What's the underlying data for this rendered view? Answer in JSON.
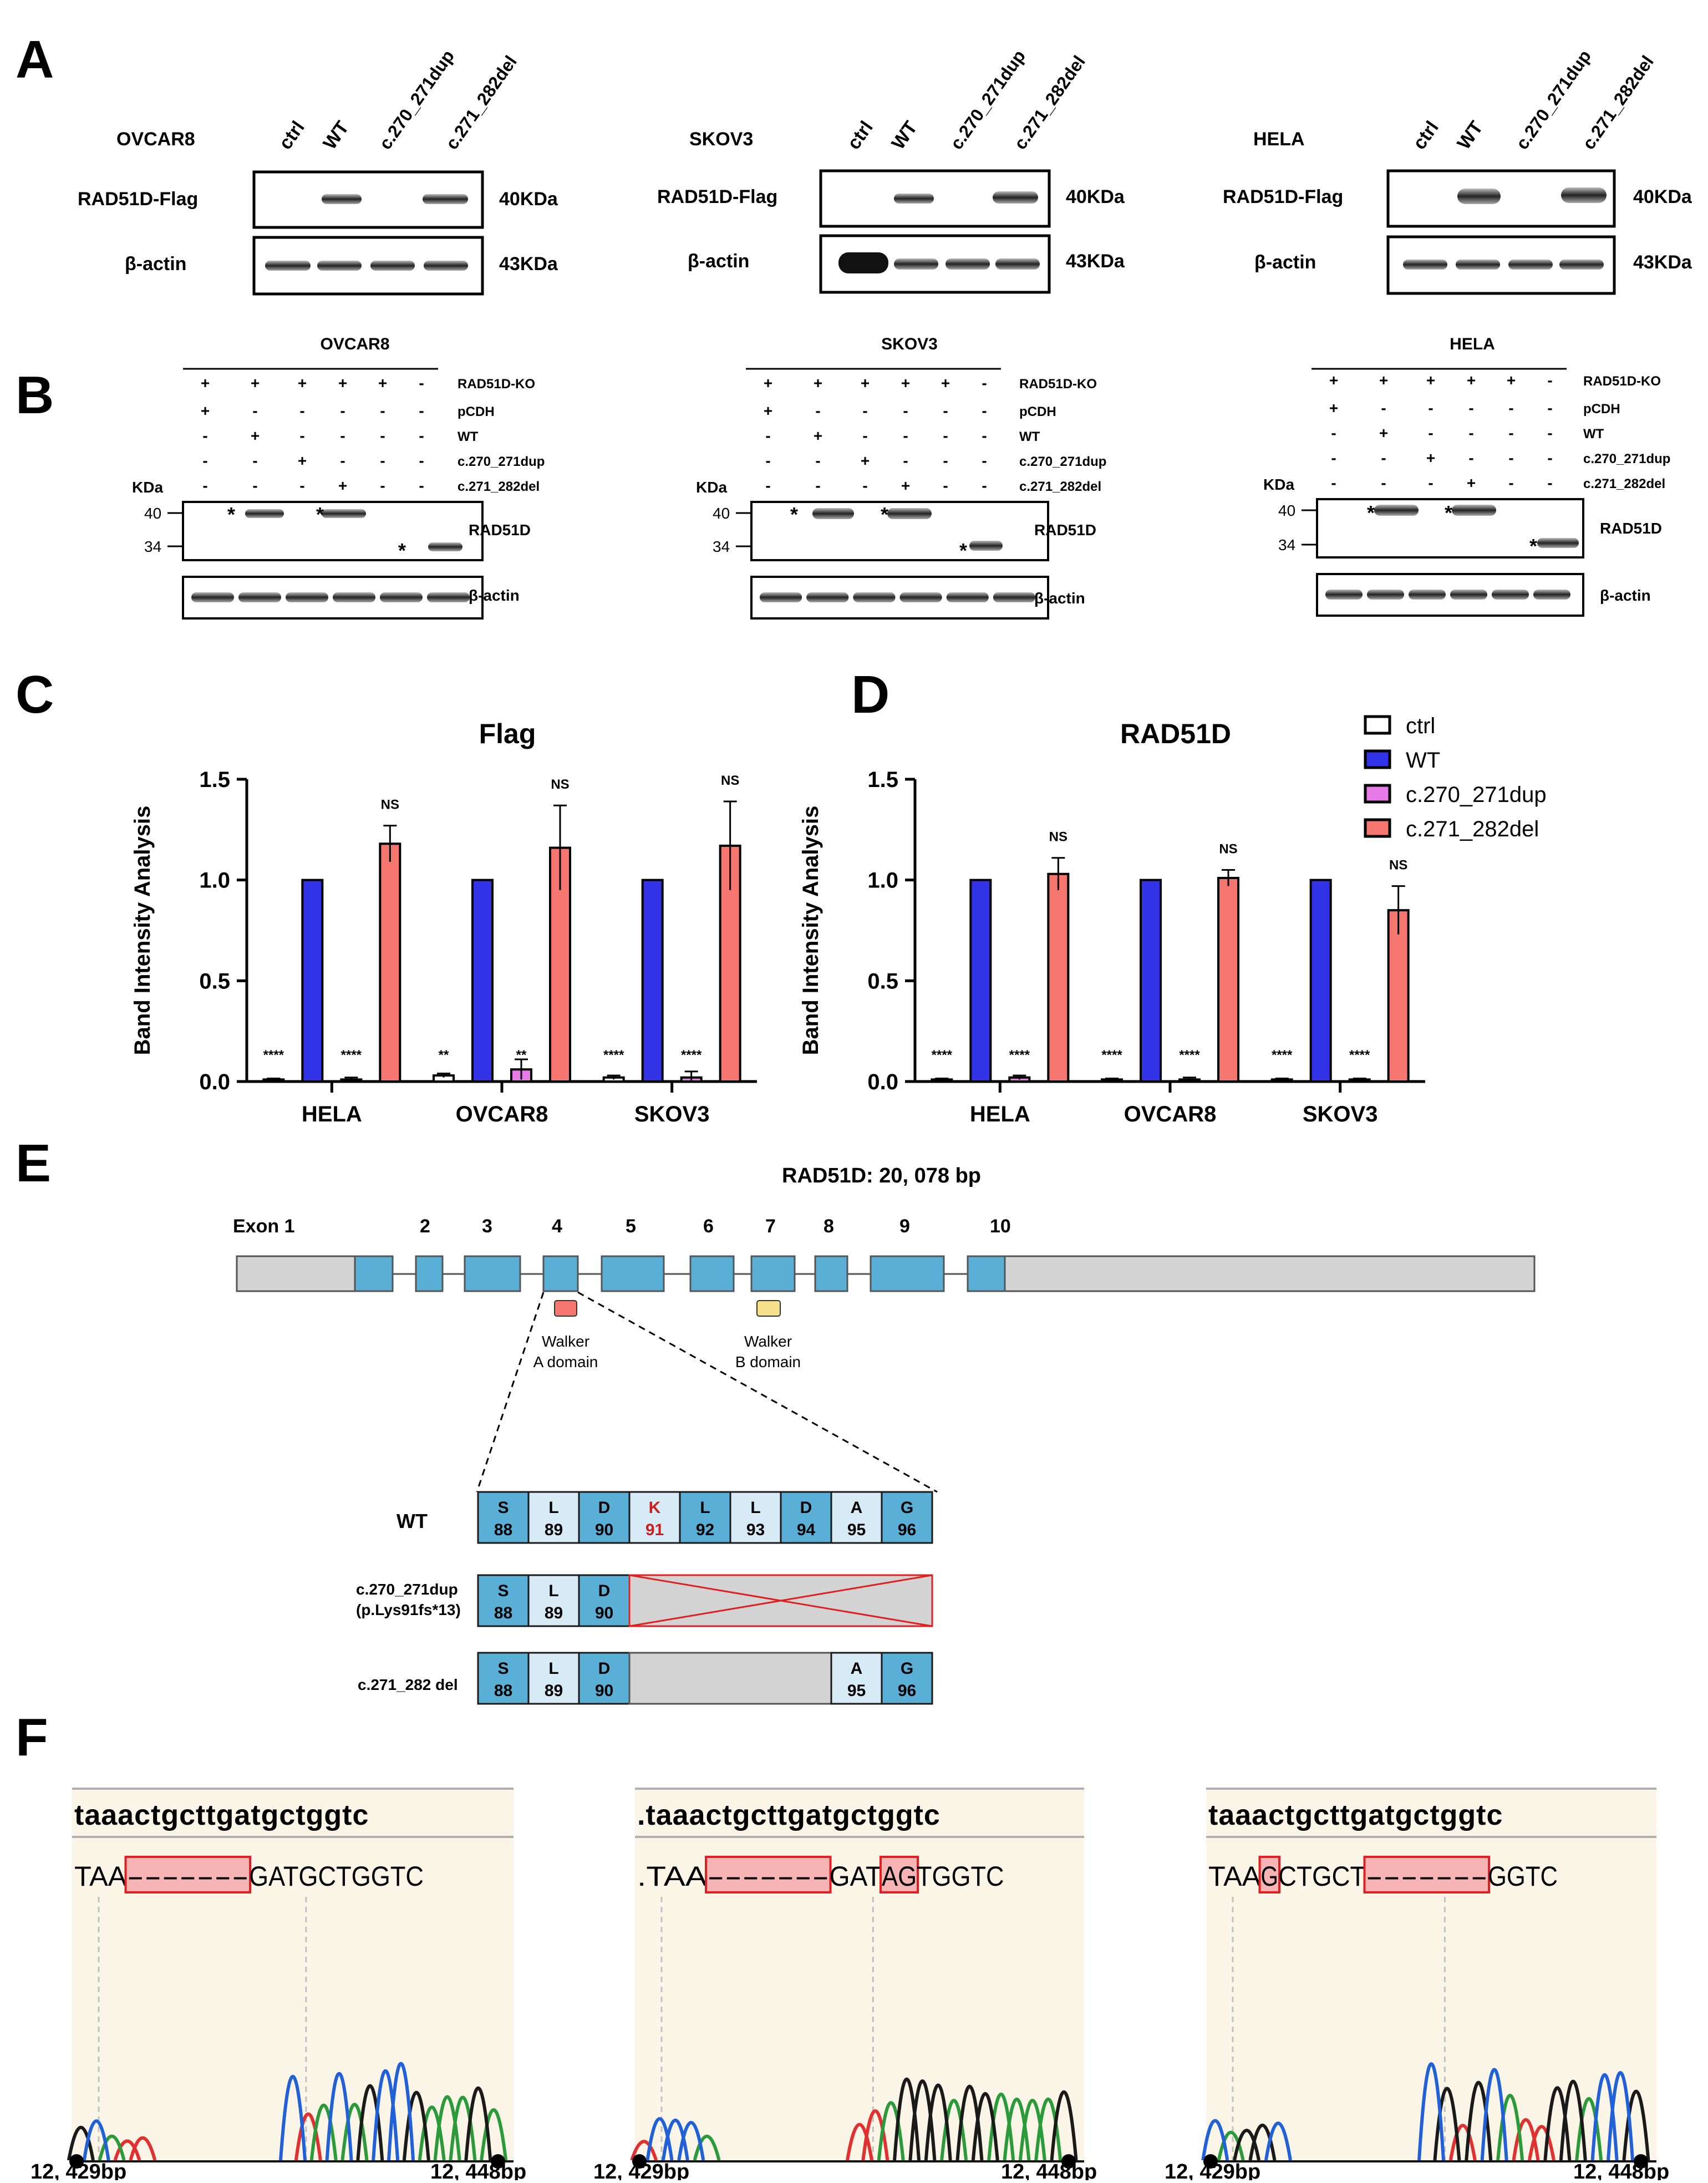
{
  "panel_letters": [
    "A",
    "B",
    "C",
    "D",
    "E",
    "F"
  ],
  "panelA": [
    {
      "cell": "OVCAR8",
      "lanes": [
        "ctrl",
        "WT",
        "c.270_271dup",
        "c.271_282del"
      ],
      "flag_present": [
        false,
        true,
        false,
        true
      ],
      "rows": [
        "RAD51D-Flag",
        "β-actin"
      ],
      "kda": [
        "40KDa",
        "43KDa"
      ]
    },
    {
      "cell": "SKOV3",
      "lanes": [
        "ctrl",
        "WT",
        "c.270_271dup",
        "c.271_282del"
      ],
      "flag_present": [
        false,
        true,
        false,
        true
      ],
      "rows": [
        "RAD51D-Flag",
        "β-actin"
      ],
      "kda": [
        "40KDa",
        "43KDa"
      ]
    },
    {
      "cell": "HELA",
      "lanes": [
        "ctrl",
        "WT",
        "c.270_271dup",
        "c.271_282del"
      ],
      "flag_present": [
        false,
        true,
        false,
        true
      ],
      "rows": [
        "RAD51D-Flag",
        "β-actin"
      ],
      "kda": [
        "40KDa",
        "43KDa"
      ]
    }
  ],
  "panelB": {
    "row_labels": [
      "RAD51D-KO",
      "pCDH",
      "WT",
      "c.270_271dup",
      "c.271_282del"
    ],
    "matrix": [
      [
        "+",
        "+",
        "+",
        "+",
        "+",
        "-"
      ],
      [
        "+",
        "-",
        "-",
        "-",
        "-",
        "-"
      ],
      [
        "-",
        "+",
        "-",
        "-",
        "-",
        "-"
      ],
      [
        "-",
        "-",
        "+",
        "-",
        "-",
        "-"
      ],
      [
        "-",
        "-",
        "-",
        "+",
        "-",
        "-"
      ]
    ],
    "kda_label": "KDa",
    "markers": [
      "40",
      "34"
    ],
    "blot_labels": [
      "RAD51D",
      "β-actin"
    ],
    "asterisk": "*",
    "cells": [
      "OVCAR8",
      "SKOV3",
      "HELA"
    ]
  },
  "chart_data": [
    {
      "type": "bar",
      "title": "Flag",
      "ylabel": "Band Intensity Analysis",
      "xlabel": "",
      "ylim": [
        0,
        1.5
      ],
      "yticks": [
        "0.0",
        "0.5",
        "1.0",
        "1.5"
      ],
      "categories": [
        "HELA",
        "OVCAR8",
        "SKOV3"
      ],
      "series": [
        {
          "name": "ctrl",
          "color": "#ffffff",
          "values": [
            0.01,
            0.03,
            0.02
          ],
          "err": [
            0.005,
            0.01,
            0.01
          ]
        },
        {
          "name": "WT",
          "color": "#3232e6",
          "values": [
            1.0,
            1.0,
            1.0
          ],
          "err": [
            0,
            0,
            0
          ]
        },
        {
          "name": "c.270_271dup",
          "color": "#e67ae6",
          "values": [
            0.01,
            0.06,
            0.02
          ],
          "err": [
            0.01,
            0.05,
            0.03
          ]
        },
        {
          "name": "c.271_282del",
          "color": "#f4766e",
          "values": [
            1.18,
            1.16,
            1.17
          ],
          "err": [
            0.09,
            0.21,
            0.22
          ]
        }
      ],
      "sig": [
        [
          "****",
          "",
          "****",
          "NS"
        ],
        [
          "**",
          "",
          "**",
          "NS"
        ],
        [
          "****",
          "",
          "****",
          "NS"
        ]
      ]
    },
    {
      "type": "bar",
      "title": "RAD51D",
      "ylabel": "Band Intensity Analysis",
      "xlabel": "",
      "ylim": [
        0,
        1.5
      ],
      "yticks": [
        "0.0",
        "0.5",
        "1.0",
        "1.5"
      ],
      "categories": [
        "HELA",
        "OVCAR8",
        "SKOV3"
      ],
      "series": [
        {
          "name": "ctrl",
          "color": "#ffffff",
          "values": [
            0.01,
            0.01,
            0.01
          ],
          "err": [
            0.005,
            0.005,
            0.005
          ]
        },
        {
          "name": "WT",
          "color": "#3232e6",
          "values": [
            1.0,
            1.0,
            1.0
          ],
          "err": [
            0,
            0,
            0
          ]
        },
        {
          "name": "c.270_271dup",
          "color": "#e67ae6",
          "values": [
            0.02,
            0.01,
            0.01
          ],
          "err": [
            0.01,
            0.01,
            0.005
          ]
        },
        {
          "name": "c.271_282del",
          "color": "#f4766e",
          "values": [
            1.03,
            1.01,
            0.85
          ],
          "err": [
            0.08,
            0.04,
            0.12
          ]
        }
      ],
      "sig": [
        [
          "****",
          "",
          "****",
          "NS"
        ],
        [
          "****",
          "",
          "****",
          "NS"
        ],
        [
          "****",
          "",
          "****",
          "NS"
        ]
      ],
      "legend": "top-right"
    }
  ],
  "panelE": {
    "title": "RAD51D: 20, 078 bp",
    "exon_labels": [
      "Exon 1",
      "2",
      "3",
      "4",
      "5",
      "6",
      "7",
      "8",
      "9",
      "10"
    ],
    "domains": [
      {
        "label1": "Walker",
        "label2": "A domain",
        "color": "#f4766e"
      },
      {
        "label1": "Walker",
        "label2": "B domain",
        "color": "#f7e08c"
      }
    ],
    "wt": {
      "label": "WT",
      "residues": [
        [
          "S",
          "88"
        ],
        [
          "L",
          "89"
        ],
        [
          "D",
          "90"
        ],
        [
          "K",
          "91"
        ],
        [
          "L",
          "92"
        ],
        [
          "L",
          "93"
        ],
        [
          "D",
          "94"
        ],
        [
          "A",
          "95"
        ],
        [
          "G",
          "96"
        ]
      ]
    },
    "dup": {
      "label1": "c.270_271dup",
      "label2": "(p.Lys91fs*13)",
      "residues": [
        [
          "S",
          "88"
        ],
        [
          "L",
          "89"
        ],
        [
          "D",
          "90"
        ]
      ]
    },
    "del": {
      "label": "c.271_282 del",
      "residues_left": [
        [
          "S",
          "88"
        ],
        [
          "L",
          "89"
        ],
        [
          "D",
          "90"
        ]
      ],
      "residues_right": [
        [
          "A",
          "95"
        ],
        [
          "G",
          "96"
        ]
      ]
    }
  },
  "panelF": [
    {
      "reference": "taaactgcttgatgctggtc",
      "read_left": "TAA",
      "deletion": "-------",
      "read_right": "GATGCTGGTC",
      "start": "12, 429bp",
      "end": "12, 448bp"
    },
    {
      "reference": ".taaactgcttgatgctggtc",
      "read_left": ".TAA",
      "deletion": "-------",
      "read_mid": "GAT",
      "read_hl": "AG",
      "read_right": "TGGTC",
      "start": "12, 429bp",
      "end": "12, 448bp"
    },
    {
      "reference": "taaactgcttgatgctggtc",
      "read_left": "TAA",
      "read_hl": "G",
      "read_mid": "CTGCT",
      "deletion": "-------",
      "read_right": "GGTC",
      "start": "12, 429bp",
      "end": "12, 448bp"
    }
  ]
}
